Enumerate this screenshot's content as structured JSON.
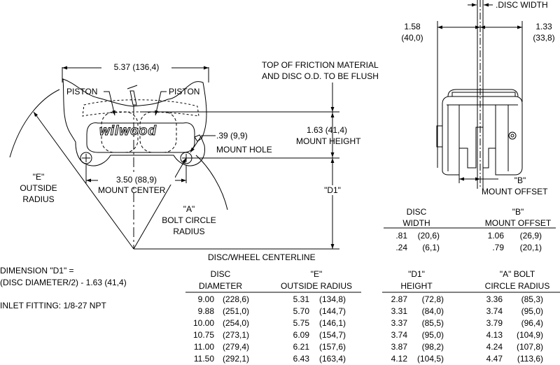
{
  "caliper": {
    "overall_width": "5.37 (136,4)",
    "piston_left": "PISTON",
    "piston_right": "PISTON",
    "brand_logo_text": "wilwood",
    "mount_hole_dim": ".39 (9,9)",
    "mount_hole_label": "MOUNT HOLE",
    "mount_height_dim": "1.63 (41,4)",
    "mount_height_label": "MOUNT HEIGHT",
    "mount_center_dim": "3.50 (88,9)",
    "mount_center_label": "MOUNT CENTER",
    "friction_note_1": "TOP OF FRICTION MATERIAL",
    "friction_note_2": "AND DISC O.D. TO BE FLUSH",
    "e_label": "\"E\"",
    "e_label_2": "OUTSIDE",
    "e_label_3": "RADIUS",
    "d1_label": "\"D1\"",
    "a_label": "\"A\"",
    "a_label_2": "BOLT CIRCLE",
    "a_label_3": "RADIUS",
    "centerline_label": "DISC/WHEEL CENTERLINE"
  },
  "side_view": {
    "disc_width_label": ".DISC WIDTH",
    "left_dim": "1.58",
    "left_dim_mm": "(40,0)",
    "right_dim": "1.33",
    "right_dim_mm": "(33,8)",
    "b_label": "\"B\"",
    "mount_offset_label": "MOUNT OFFSET"
  },
  "offset_table": {
    "headers": {
      "disc_1": "DISC",
      "disc_2": "WIDTH",
      "b_1": "\"B\"",
      "b_2": "MOUNT OFFSET"
    },
    "rows": [
      {
        "width": ".81",
        "width_mm": "(20,6)",
        "b": "1.06",
        "b_mm": "(26,9)"
      },
      {
        "width": ".24",
        "width_mm": "(6,1)",
        "b": ".79",
        "b_mm": "(20,1)"
      }
    ]
  },
  "notes": {
    "d1_formula_1": "DIMENSION \"D1\" =",
    "d1_formula_2": "(DISC DIAMETER/2) - 1.63 (41,4)",
    "inlet": "INLET FITTING: 1/8-27 NPT"
  },
  "diameter_table": {
    "headers": {
      "disc_1": "DISC",
      "disc_2": "DIAMETER",
      "e_1": "\"E\"",
      "e_2": "OUTSIDE RADIUS",
      "d1_1": "\"D1\"",
      "d1_2": "HEIGHT",
      "a_1": "\"A\" BOLT",
      "a_2": "CIRCLE RADIUS"
    },
    "rows": [
      {
        "dia": "9.00",
        "dia_mm": "(228,6)",
        "e": "5.31",
        "e_mm": "(134,8)",
        "d1": "2.87",
        "d1_mm": "(72,8)",
        "a": "3.36",
        "a_mm": "(85,3)"
      },
      {
        "dia": "9.88",
        "dia_mm": "(251,0)",
        "e": "5.70",
        "e_mm": "(144,7)",
        "d1": "3.31",
        "d1_mm": "(84,0)",
        "a": "3.74",
        "a_mm": "(95,0)"
      },
      {
        "dia": "10.00",
        "dia_mm": "(254,0)",
        "e": "5.75",
        "e_mm": "(146,1)",
        "d1": "3.37",
        "d1_mm": "(85,5)",
        "a": "3.79",
        "a_mm": "(96,4)"
      },
      {
        "dia": "10.75",
        "dia_mm": "(273,1)",
        "e": "6.09",
        "e_mm": "(154,7)",
        "d1": "3.74",
        "d1_mm": "(95,0)",
        "a": "4.13",
        "a_mm": "(104,9)"
      },
      {
        "dia": "11.00",
        "dia_mm": "(279,4)",
        "e": "6.21",
        "e_mm": "(157,6)",
        "d1": "3.87",
        "d1_mm": "(98,2)",
        "a": "4.24",
        "a_mm": "(107,8)"
      },
      {
        "dia": "11.50",
        "dia_mm": "(292,1)",
        "e": "6.43",
        "e_mm": "(163,4)",
        "d1": "4.12",
        "d1_mm": "(104,5)",
        "a": "4.47",
        "a_mm": "(113,6)"
      }
    ]
  }
}
